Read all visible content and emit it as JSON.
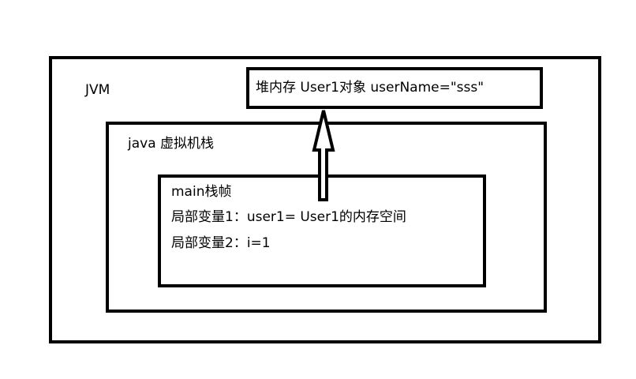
{
  "jvm": {
    "label": "JVM"
  },
  "heap": {
    "label": "堆内存 User1对象 userName=\"sss\""
  },
  "stack": {
    "label": "java 虚拟机栈"
  },
  "frame": {
    "title": "main栈帧",
    "variables": [
      "局部变量1：user1= User1的内存空间",
      "局部变量2：i=1"
    ]
  },
  "colors": {
    "stroke": "#000000",
    "background": "#ffffff"
  }
}
